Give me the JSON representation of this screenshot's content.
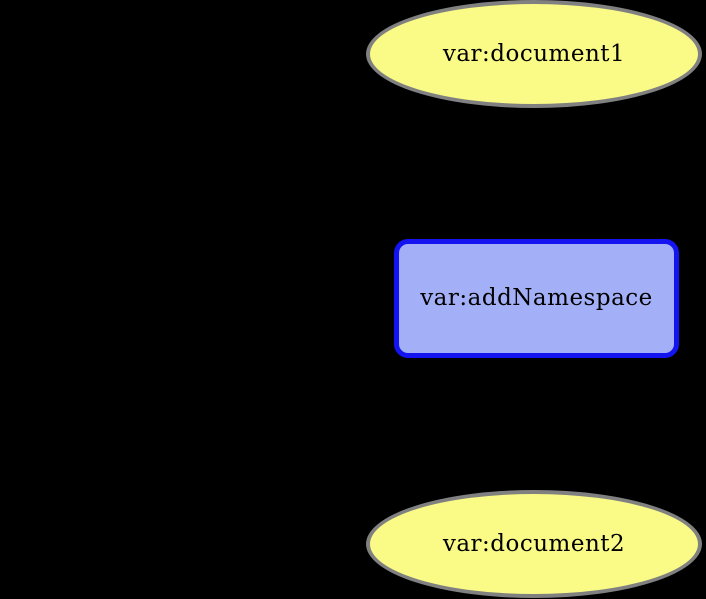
{
  "diagram": {
    "title": "graphviz-node-diagram",
    "background_color": "#000000",
    "nodes": [
      {
        "id": "document1",
        "label": "var:document1",
        "shape": "ellipse",
        "fill_color": "#fafa87",
        "border_color": "#808080",
        "text_color": "#000000"
      },
      {
        "id": "addNamespace",
        "label": "var:addNamespace",
        "shape": "rounded-box",
        "fill_color": "#a3b0f7",
        "border_color": "#1414f0",
        "text_color": "#000000"
      },
      {
        "id": "document2",
        "label": "var:document2",
        "shape": "ellipse",
        "fill_color": "#fafa87",
        "border_color": "#808080",
        "text_color": "#000000"
      }
    ]
  }
}
